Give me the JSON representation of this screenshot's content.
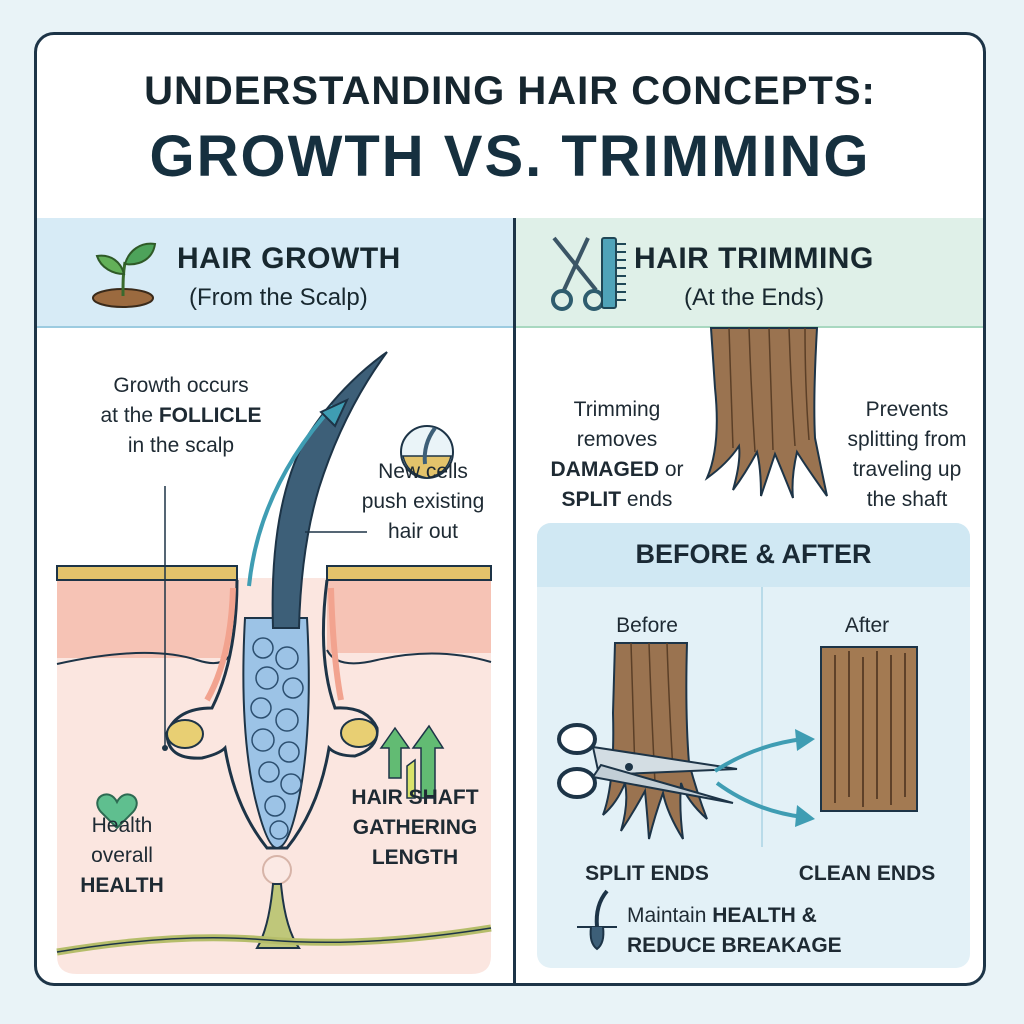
{
  "title": {
    "line1": "UNDERSTANDING HAIR CONCEPTS:",
    "line2": "GROWTH VS. TRIMMING"
  },
  "growth": {
    "heading": "HAIR GROWTH",
    "subheading": "(From the Scalp)",
    "icon": "sprout-icon",
    "follicle_note": {
      "line1": "Growth occurs",
      "line2_pre": "at the ",
      "line2_bold": "FOLLICLE",
      "line3": "in the scalp"
    },
    "cells_note": {
      "line1": "New cells",
      "line2": "push existing",
      "line3": "hair out"
    },
    "health_note": {
      "line1": "Health",
      "line2": "overall",
      "line3": "HEALTH"
    },
    "shaft_note": {
      "line1": "HAIR SHAFT",
      "line2": "GATHERING",
      "line3": "LENGTH"
    }
  },
  "trimming": {
    "heading": "HAIR TRIMMING",
    "subheading": "(At the Ends)",
    "icon": "scissors-comb-icon",
    "removes_note": {
      "line1": "Trimming",
      "line2": "removes",
      "line3_bold": "DAMAGED",
      "line3_rest": " or",
      "line4_bold": "SPLIT",
      "line4_rest": " ends"
    },
    "prevents_note": {
      "line1": "Prevents",
      "line2": "splitting from",
      "line3": "traveling up",
      "line4": "the shaft"
    },
    "before_after": {
      "title": "BEFORE & AFTER",
      "before_label": "Before",
      "after_label": "After",
      "split_label": "SPLIT ENDS",
      "clean_label": "CLEAN ENDS",
      "footer_pre": "Maintain ",
      "footer_bold1": "HEALTH &",
      "footer_bold2": "REDUCE BREAKAGE"
    }
  },
  "colors": {
    "border": "#1d3447",
    "growth_header": "#d7ebf6",
    "trimming_header": "#dff0e8",
    "skin": "#f6c9bf",
    "hair_strand": "#3d5f78",
    "cells": "#9cc3e6",
    "hair_brown": "#9a7350",
    "accent_teal": "#3f9db3",
    "leaf_green": "#4da35a"
  }
}
